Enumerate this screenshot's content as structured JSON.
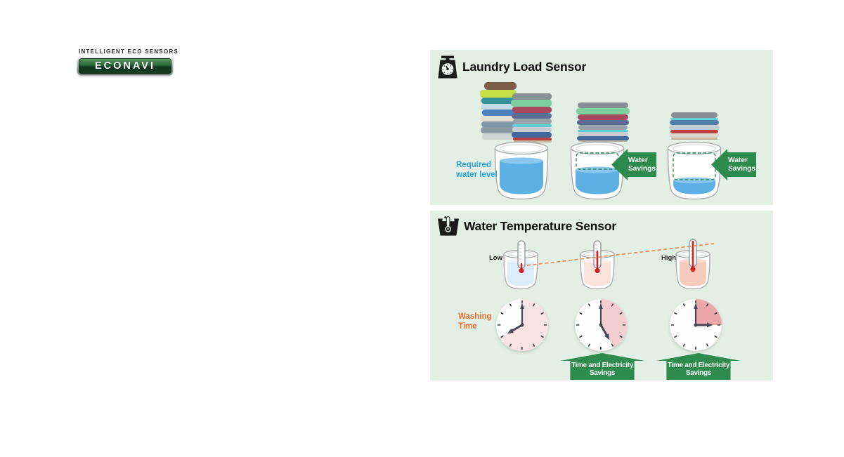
{
  "logo": {
    "tagline": "INTELLIGENT ECO SENSORS",
    "name": "ECONAVI"
  },
  "laundry_panel": {
    "title": "Laundry Load Sensor",
    "icon": "scale-icon",
    "required_water_level": {
      "line1": "Required",
      "line2": "water level"
    },
    "water_savings": {
      "line1": "Water",
      "line2": "Savings"
    }
  },
  "temperature_panel": {
    "title": "Water Temperature Sensor",
    "icon": "water-thermometer-icon",
    "low_label": "Low",
    "high_label": "High",
    "washing_time": {
      "line1": "Washing",
      "line2": "Time"
    },
    "savings": {
      "line1": "Time and Electricity",
      "line2": "Savings"
    }
  },
  "colors": {
    "panel_bg": "#e3efe5",
    "savings_green": "#2e8b4e",
    "water_blue": "#5cb0e5",
    "required_label_blue": "#2ba3dd",
    "washing_time_orange": "#ee7031",
    "temperature_trend_orange": "#e98a4e",
    "clock_sector_long": "#f7e2e5",
    "clock_sector_medium": "#f3cdcf",
    "clock_sector_short": "#eaa6a8",
    "cold_water": "#dcecf8",
    "warm_water": "#fae3dd",
    "hot_water": "#f5c9bc"
  }
}
